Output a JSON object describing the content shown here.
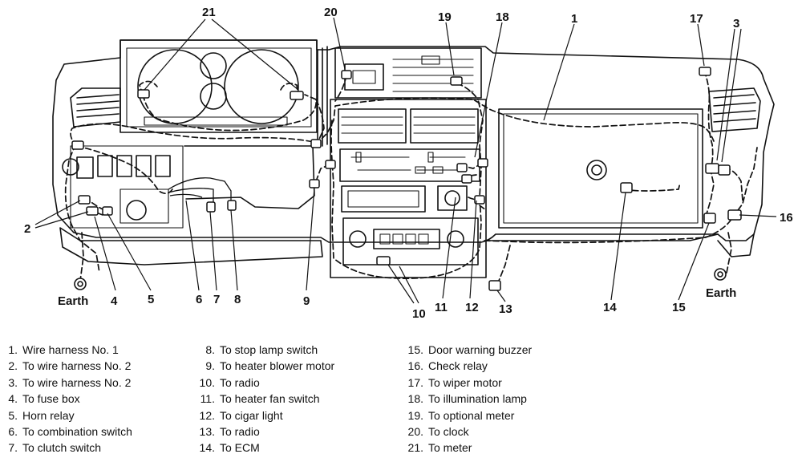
{
  "callouts": {
    "c1": "1",
    "c3": "3",
    "c17": "17",
    "c18": "18",
    "c19": "19",
    "c20": "20",
    "c21": "21",
    "c2": "2",
    "c4": "4",
    "c5": "5",
    "c6": "6",
    "c7": "7",
    "c8": "8",
    "c9": "9",
    "c10": "10",
    "c11": "11",
    "c12": "12",
    "c13": "13",
    "c14": "14",
    "c15": "15",
    "c16": "16",
    "earth_left": "Earth",
    "earth_right": "Earth"
  },
  "legend": {
    "col1": [
      {
        "num": "1.",
        "text": "Wire harness No. 1"
      },
      {
        "num": "2.",
        "text": "To wire harness No. 2"
      },
      {
        "num": "3.",
        "text": "To wire harness No. 2"
      },
      {
        "num": "4.",
        "text": "To fuse box"
      },
      {
        "num": "5.",
        "text": "Horn relay"
      },
      {
        "num": "6.",
        "text": "To combination switch"
      },
      {
        "num": "7.",
        "text": "To clutch switch"
      }
    ],
    "col2": [
      {
        "num": "8.",
        "text": "To stop lamp switch"
      },
      {
        "num": "9.",
        "text": "To heater blower motor"
      },
      {
        "num": "10.",
        "text": "To radio"
      },
      {
        "num": "11.",
        "text": "To heater fan switch"
      },
      {
        "num": "12.",
        "text": "To cigar light"
      },
      {
        "num": "13.",
        "text": "To radio"
      },
      {
        "num": "14.",
        "text": "To ECM"
      }
    ],
    "col3": [
      {
        "num": "15.",
        "text": "Door warning buzzer"
      },
      {
        "num": "16.",
        "text": "Check relay"
      },
      {
        "num": "17.",
        "text": "To wiper motor"
      },
      {
        "num": "18.",
        "text": "To illumination lamp"
      },
      {
        "num": "19.",
        "text": "To optional meter"
      },
      {
        "num": "20.",
        "text": "To clock"
      },
      {
        "num": "21.",
        "text": "To meter"
      }
    ]
  }
}
